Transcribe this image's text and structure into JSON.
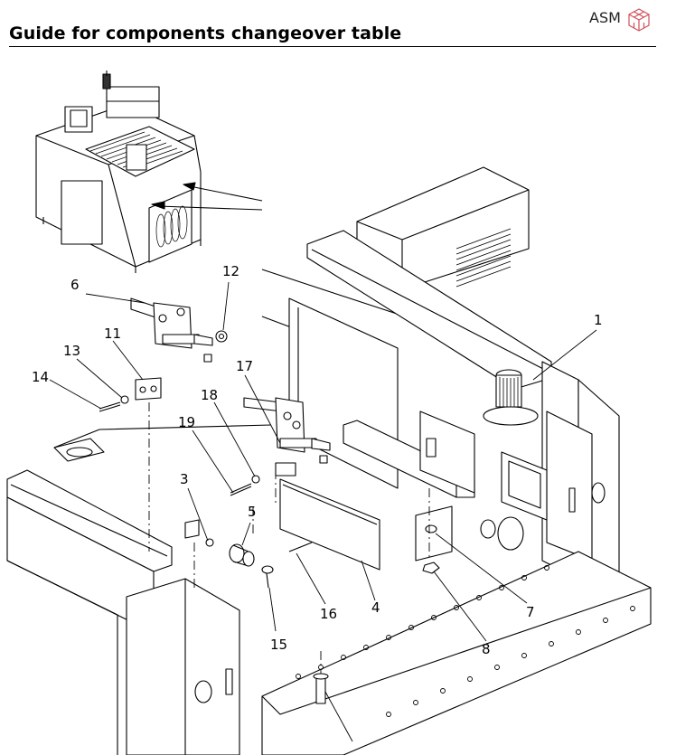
{
  "header": {
    "title": "Guide for components changeover table",
    "brand": "ASM",
    "logo_icon": "asm-cube-logo-icon"
  },
  "callouts": {
    "c1": "1",
    "c3": "3",
    "c4": "4",
    "c5": "5",
    "c6": "6",
    "c7": "7",
    "c8": "8",
    "c11": "11",
    "c12": "12",
    "c13": "13",
    "c14": "14",
    "c15": "15",
    "c16": "16",
    "c17": "17",
    "c18": "18",
    "c19": "19"
  },
  "colors": {
    "line": "#000000",
    "logo": "#d0505a"
  }
}
